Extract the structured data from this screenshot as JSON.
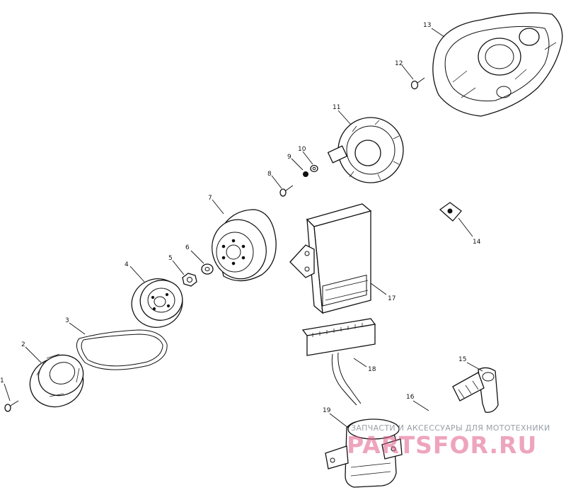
{
  "callouts": [
    "1",
    "2",
    "3",
    "4",
    "5",
    "6",
    "7",
    "8",
    "9",
    "10",
    "11",
    "12",
    "13",
    "14",
    "15",
    "16",
    "17",
    "18",
    "19"
  ],
  "watermark": {
    "caption": "ЗАПЧАСТИ И АКСЕССУАРЫ ДЛЯ МОТОТЕХНИКИ",
    "logo": "PARTSFOR.RU",
    "logo_color": "#e05a86"
  }
}
